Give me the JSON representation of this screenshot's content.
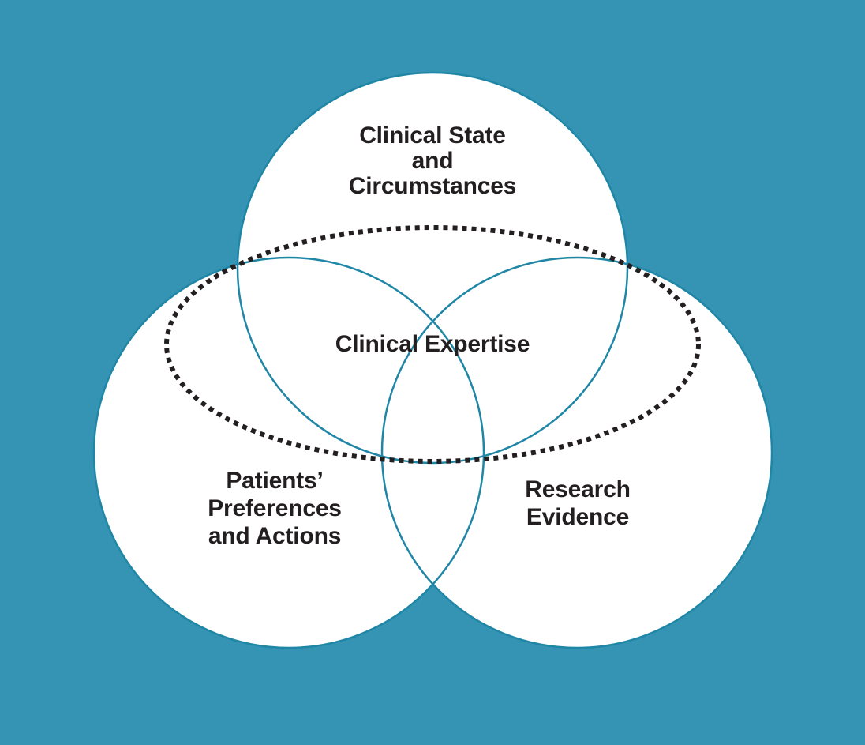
{
  "colors": {
    "background": "#3594b3",
    "circle_fill": "#ffffff",
    "circle_stroke": "#1f86a6",
    "dotted_outline": "#231f20",
    "text": "#231f20"
  },
  "circles": {
    "top": [
      "Clinical State",
      "and",
      "Circumstances"
    ],
    "left": [
      "Patients’",
      "Preferences",
      "and Actions"
    ],
    "right": [
      "Research",
      "Evidence"
    ]
  },
  "center": {
    "label": "Clinical Expertise"
  }
}
